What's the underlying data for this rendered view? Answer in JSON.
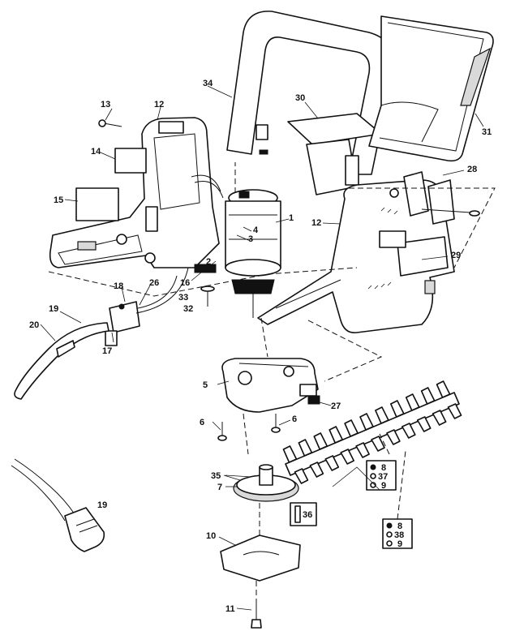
{
  "callouts": {
    "c1": "1",
    "c2": "2",
    "c3": "3",
    "c4": "4",
    "c5": "5",
    "c6a": "6",
    "c6b": "6",
    "c7": "7",
    "c8a": "8",
    "c8b": "8",
    "c9a": "9",
    "c9b": "9",
    "c10": "10",
    "c11": "11",
    "c12a": "12",
    "c12b": "12",
    "c13": "13",
    "c14": "14",
    "c15": "15",
    "c16": "16",
    "c17": "17",
    "c18": "18",
    "c19a": "19",
    "c19b": "19",
    "c20": "20",
    "c26": "26",
    "c27": "27",
    "c28": "28",
    "c29": "29",
    "c30": "30",
    "c31": "31",
    "c32": "32",
    "c33": "33",
    "c34": "34",
    "c35": "35",
    "c36": "36",
    "c37": "37",
    "c38": "38"
  }
}
